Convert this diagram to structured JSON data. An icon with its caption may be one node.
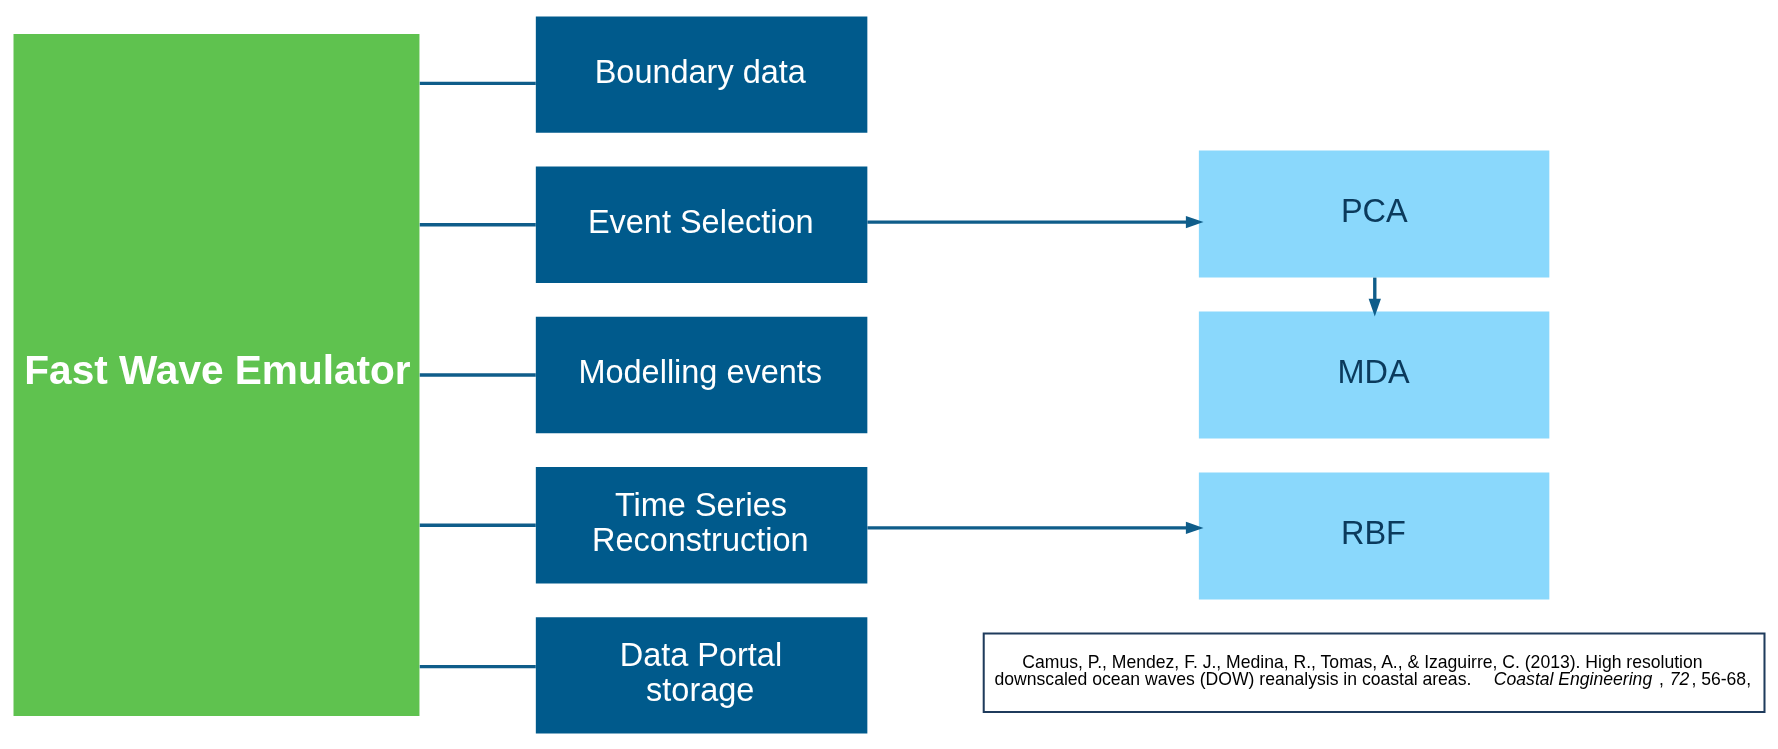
{
  "diagram": {
    "nodes": [
      {
        "text": [
          "Fast Wave Emulator"
        ]
      },
      {
        "text": [
          "Boundary data"
        ]
      },
      {
        "text": [
          "Event Selection"
        ]
      },
      {
        "text": [
          "Modelling events"
        ]
      },
      {
        "text": [
          "Time Series Reconstruction"
        ]
      },
      {
        "text": [
          "Data Portal storage"
        ]
      },
      {
        "text": [
          "PCA"
        ]
      },
      {
        "text": [
          "MDA"
        ]
      },
      {
        "text": [
          "RBF"
        ]
      },
      {
        "text": [
          "Camus, P., Mendez, F. J., Medina, R., Tomas, A., & Izaguirre, C. (2013). High resolution downscaled ocean waves (DOW) reanalysis in coastal areas. *Coastal Engineering*, *72*, 56-68,"
        ]
      }
    ],
    "edges": [
      {
        "from": 0,
        "to": 1,
        "arrow": "none"
      },
      {
        "from": 0,
        "to": 2,
        "arrow": "none"
      },
      {
        "from": 0,
        "to": 3,
        "arrow": "none"
      },
      {
        "from": 0,
        "to": 4,
        "arrow": "none"
      },
      {
        "from": 0,
        "to": 5,
        "arrow": "none"
      },
      {
        "from": 2,
        "to": 6,
        "arrow": "to"
      },
      {
        "from": 6,
        "to": 7,
        "arrow": "to"
      },
      {
        "from": 4,
        "to": 8,
        "arrow": "to"
      }
    ]
  }
}
